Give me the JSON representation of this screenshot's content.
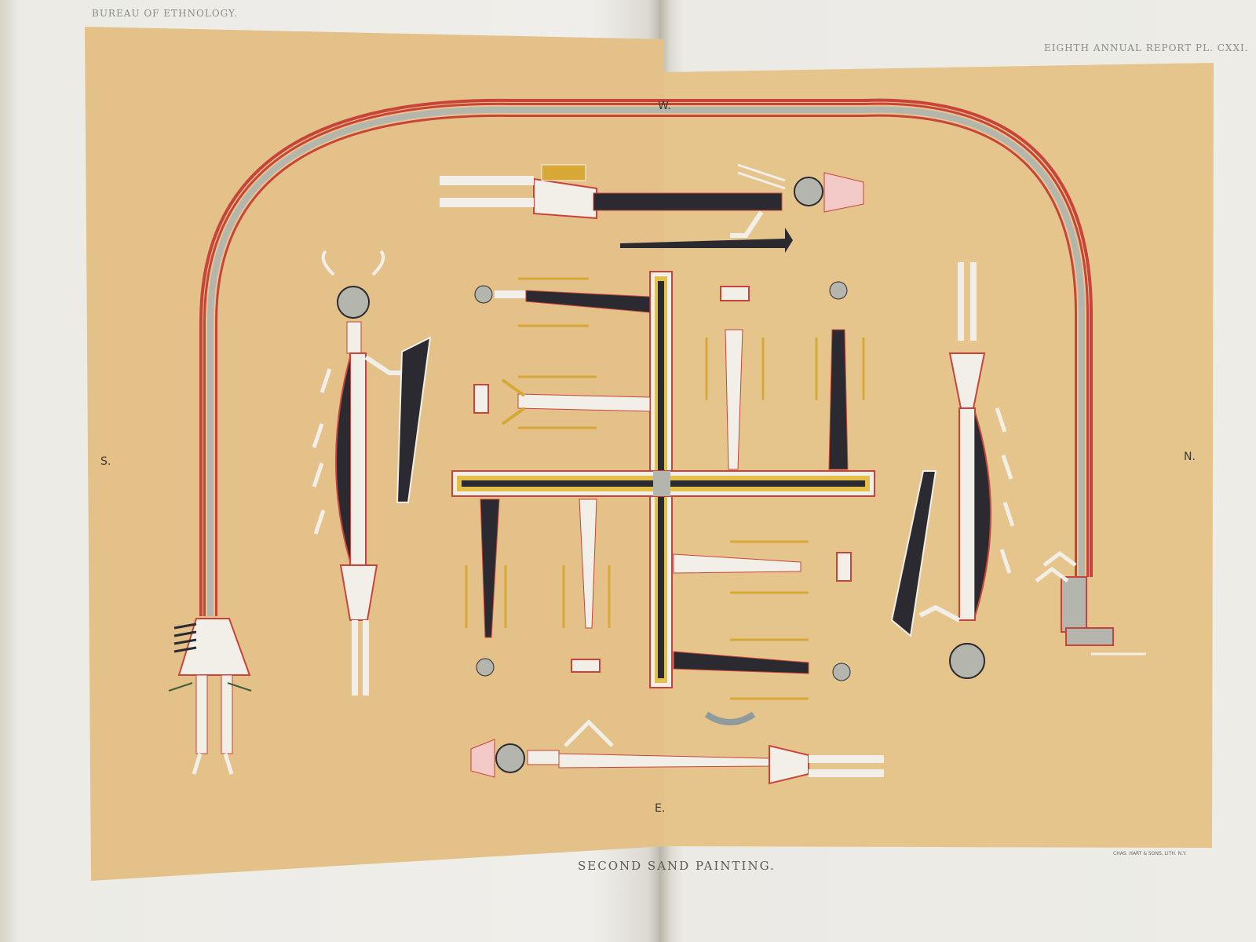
{
  "book": {
    "header_left": "BUREAU OF ETHNOLOGY.",
    "header_right": "EIGHTH ANNUAL REPORT PL. CXXI.",
    "caption": "SECOND SAND PAINTING.",
    "printer_credit": "CHAS. HART & SONS, LITH. N.Y."
  },
  "plate": {
    "directions": {
      "west": "W.",
      "south": "S.",
      "north": "N.",
      "east": "E."
    }
  },
  "colors": {
    "sand": "#e5c38b",
    "black": "#2b2a30",
    "white": "#f2efe8",
    "red": "#c8443a",
    "gray": "#b4b6ae",
    "yellow": "#d8a836",
    "blue_gray": "#8e9a9c"
  }
}
